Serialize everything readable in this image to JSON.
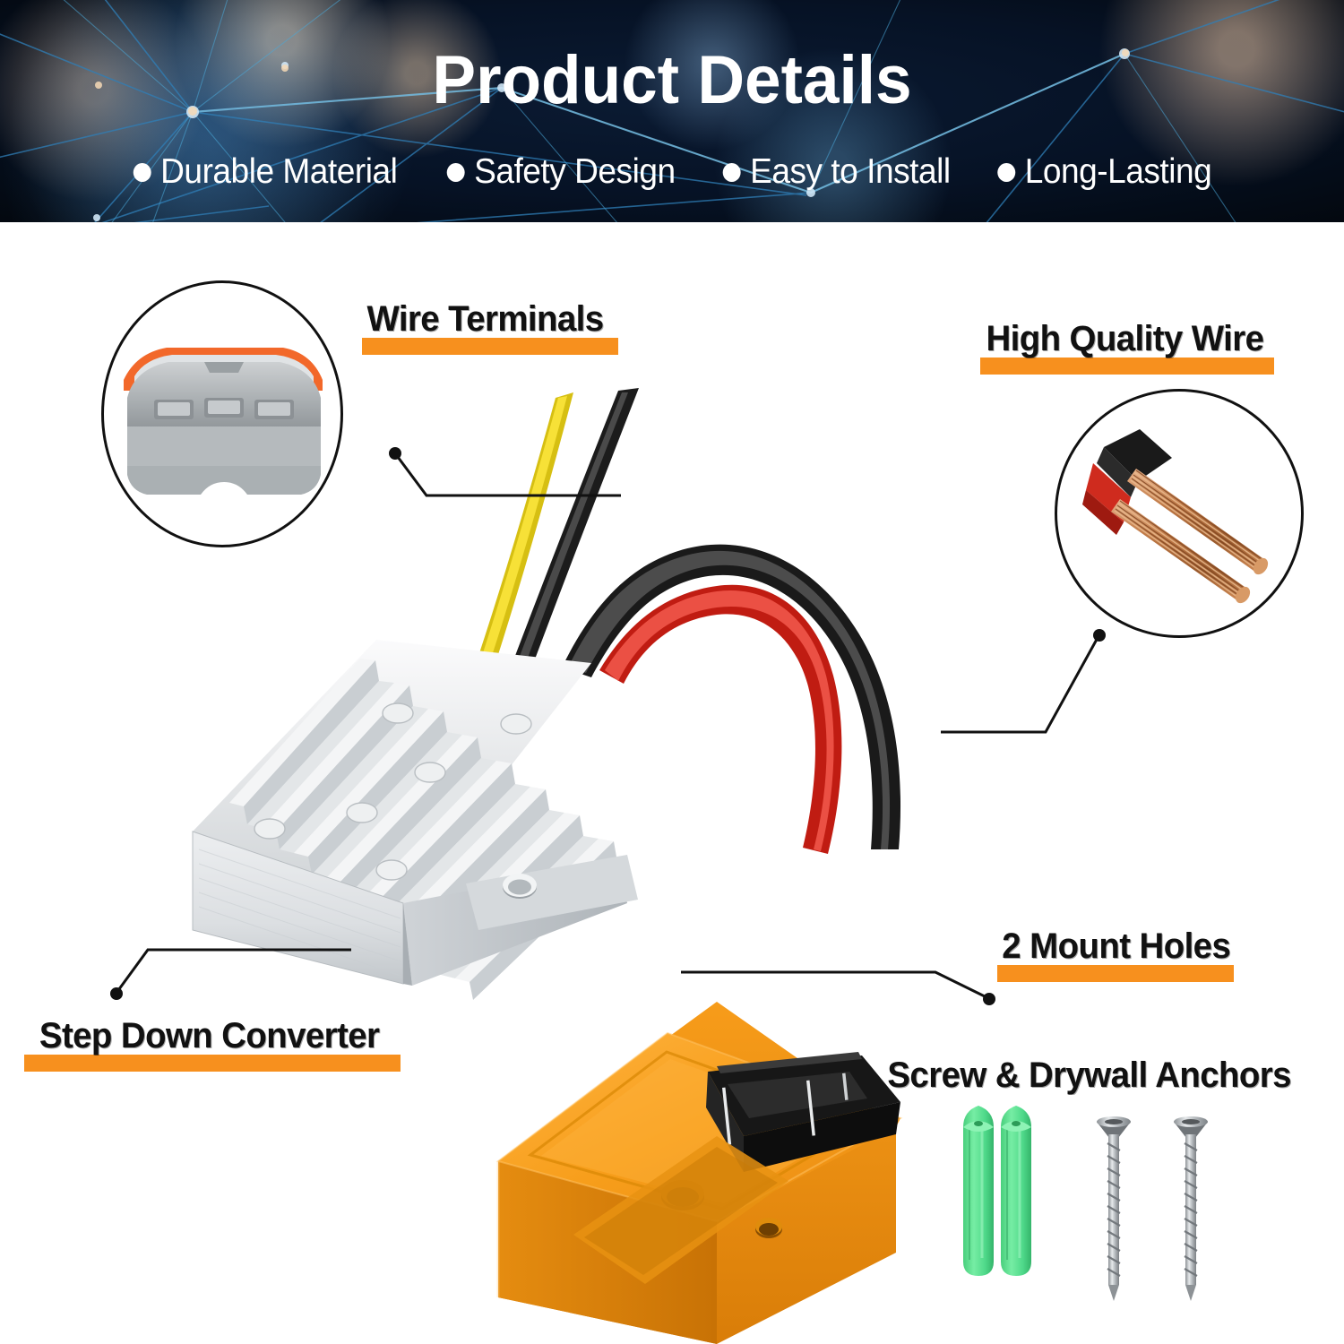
{
  "banner": {
    "title": "Product Details",
    "features": [
      {
        "label": "Durable Material",
        "bullet": "bullet-dot"
      },
      {
        "label": "Safety Design",
        "bullet": "bullet-dot"
      },
      {
        "label": "Easy to Install",
        "bullet": "bullet-dot"
      },
      {
        "label": "Long-Lasting",
        "bullet": "bullet-dot"
      }
    ],
    "bg_color": "#061225",
    "text_color": "#ffffff"
  },
  "accent": {
    "orange": "#F7901E",
    "label_text": "#111111",
    "leader_line": "#111111"
  },
  "callouts": [
    {
      "id": "wire-terminals",
      "label": "Wire Terminals",
      "underline": true
    },
    {
      "id": "high-quality-wire",
      "label": "High Quality Wire",
      "underline": true
    },
    {
      "id": "step-down-converter",
      "label": "Step Down Converter",
      "underline": true
    },
    {
      "id": "mount-holes",
      "label": "2 Mount Holes",
      "underline": true
    },
    {
      "id": "screw-drywall-anchors",
      "label": "Screw & Drywall Anchors",
      "underline": false
    }
  ],
  "insets": [
    {
      "id": "wire-terminal-inset",
      "shape": "ellipse",
      "subject": "gray lever wire connector with orange levers and three wire ports"
    },
    {
      "id": "high-quality-wire-inset",
      "shape": "circle",
      "subject": "stripped copper strands from red and black insulated wire"
    }
  ],
  "product": {
    "converter": {
      "name": "step-down-converter",
      "body_color": "#d8dadb",
      "fin_count": 11,
      "mount_hole_count": 1
    },
    "adapter": {
      "name": "battery-adapter",
      "body_color": "#F6A01E",
      "terminal_color": "#151515",
      "mount_hole_count": 2
    },
    "wires": [
      {
        "name": "output-yellow-wire",
        "color": "#F2DC22"
      },
      {
        "name": "output-black-wire",
        "color": "#2b2b2b"
      },
      {
        "name": "input-black-wire",
        "color": "#2b2b2b"
      },
      {
        "name": "input-red-wire",
        "color": "#E8352B"
      }
    ],
    "accessories": [
      {
        "name": "drywall-anchor",
        "count": 2,
        "color": "#56E08A"
      },
      {
        "name": "screw",
        "count": 2,
        "color": "#b9bcc0"
      }
    ]
  }
}
